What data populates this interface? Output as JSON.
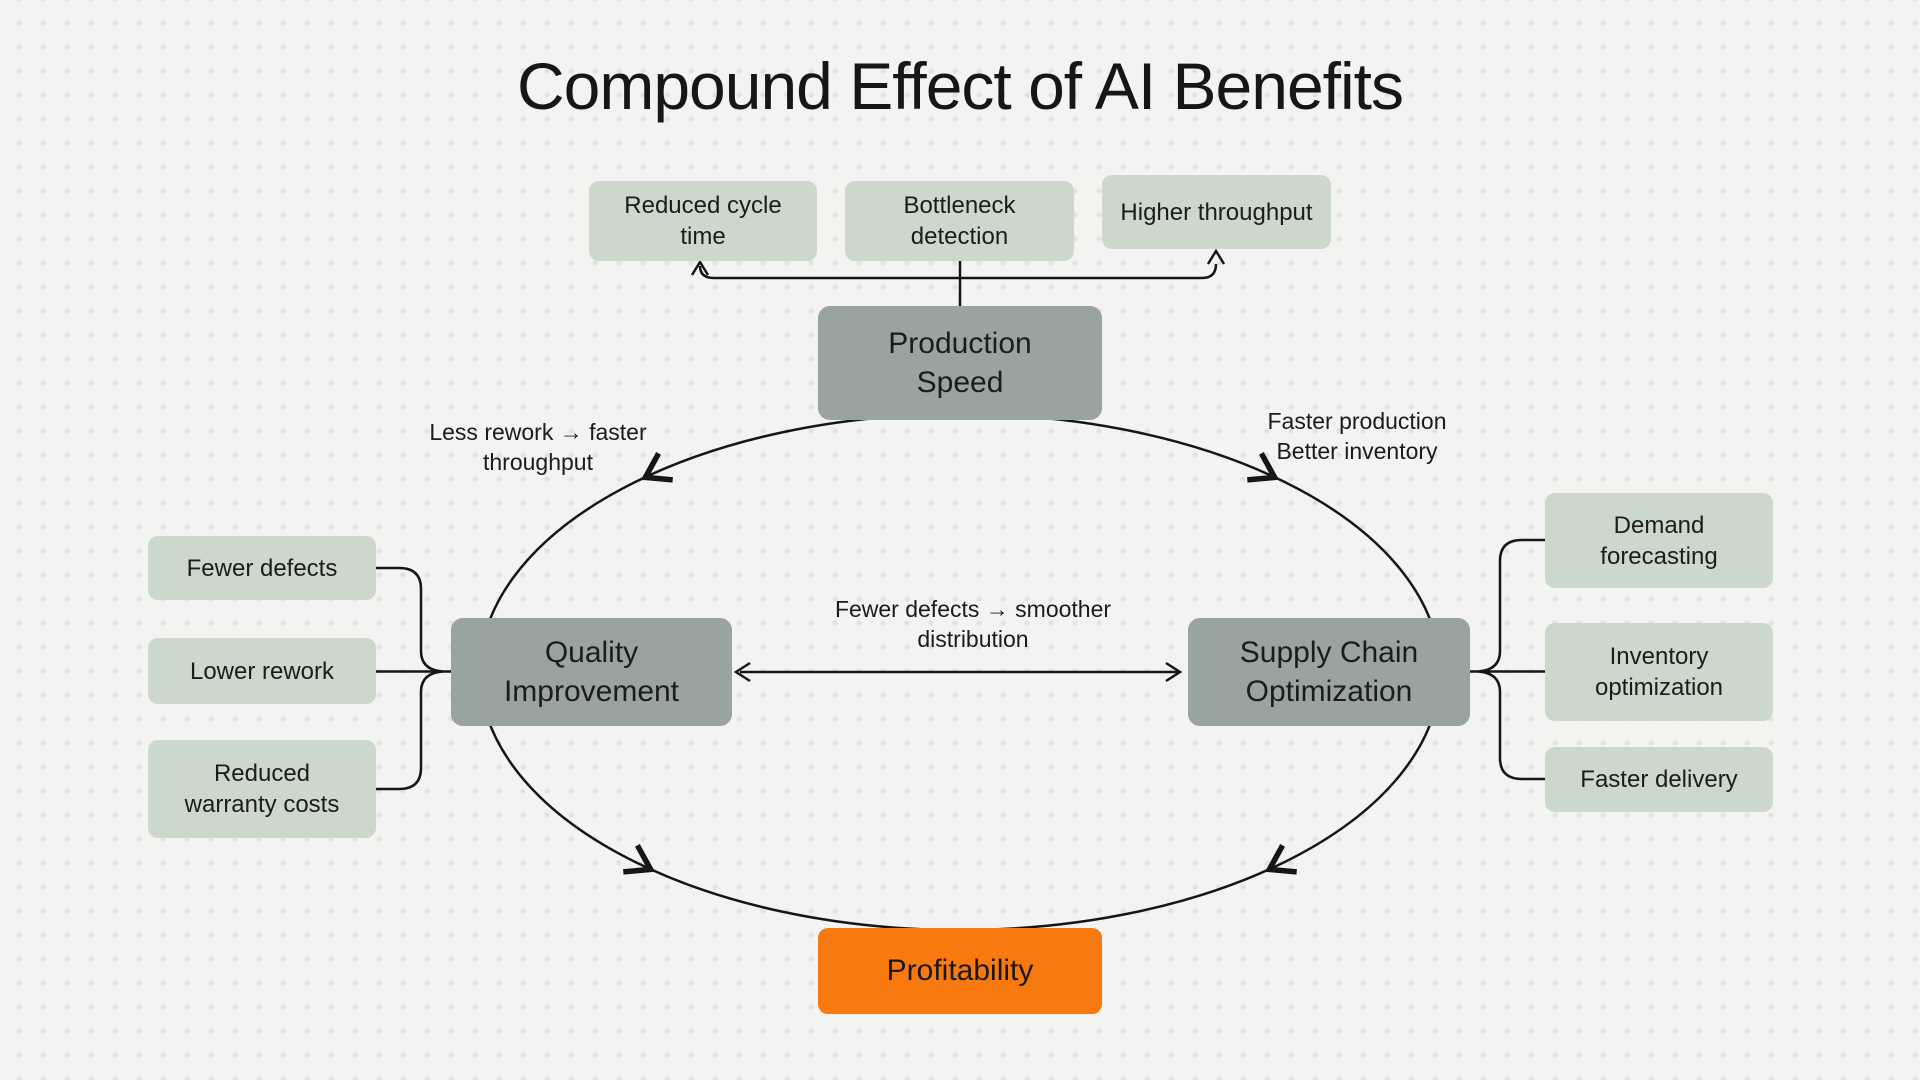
{
  "title": "Compound Effect of AI Benefits",
  "nodes": {
    "production": "Production Speed",
    "quality": "Quality Improvement",
    "supply": "Supply Chain Optimization",
    "profit": "Profitability"
  },
  "production_benefits": [
    {
      "label": "Reduced cycle time"
    },
    {
      "label": "Bottleneck detection"
    },
    {
      "label": "Higher throughput"
    }
  ],
  "quality_benefits": [
    {
      "label": "Fewer defects"
    },
    {
      "label": "Lower rework"
    },
    {
      "label": "Reduced warranty costs"
    }
  ],
  "supply_benefits": [
    {
      "label": "Demand forecasting"
    },
    {
      "label": "Inventory optimization"
    },
    {
      "label": "Faster delivery"
    }
  ],
  "edge_labels": {
    "speed_to_quality": "Less rework → faster\nthroughput",
    "speed_to_supply": "Faster production\nBetter inventory",
    "quality_to_supply": "Fewer defects → smoother\ndistribution"
  },
  "colors": {
    "background": "#f3f3f1",
    "dot": "#e2e2e0",
    "benefit_box": "#ccd8cb",
    "node_box": "#98a49d",
    "profit_box": "#f8790e",
    "line": "#161616"
  }
}
